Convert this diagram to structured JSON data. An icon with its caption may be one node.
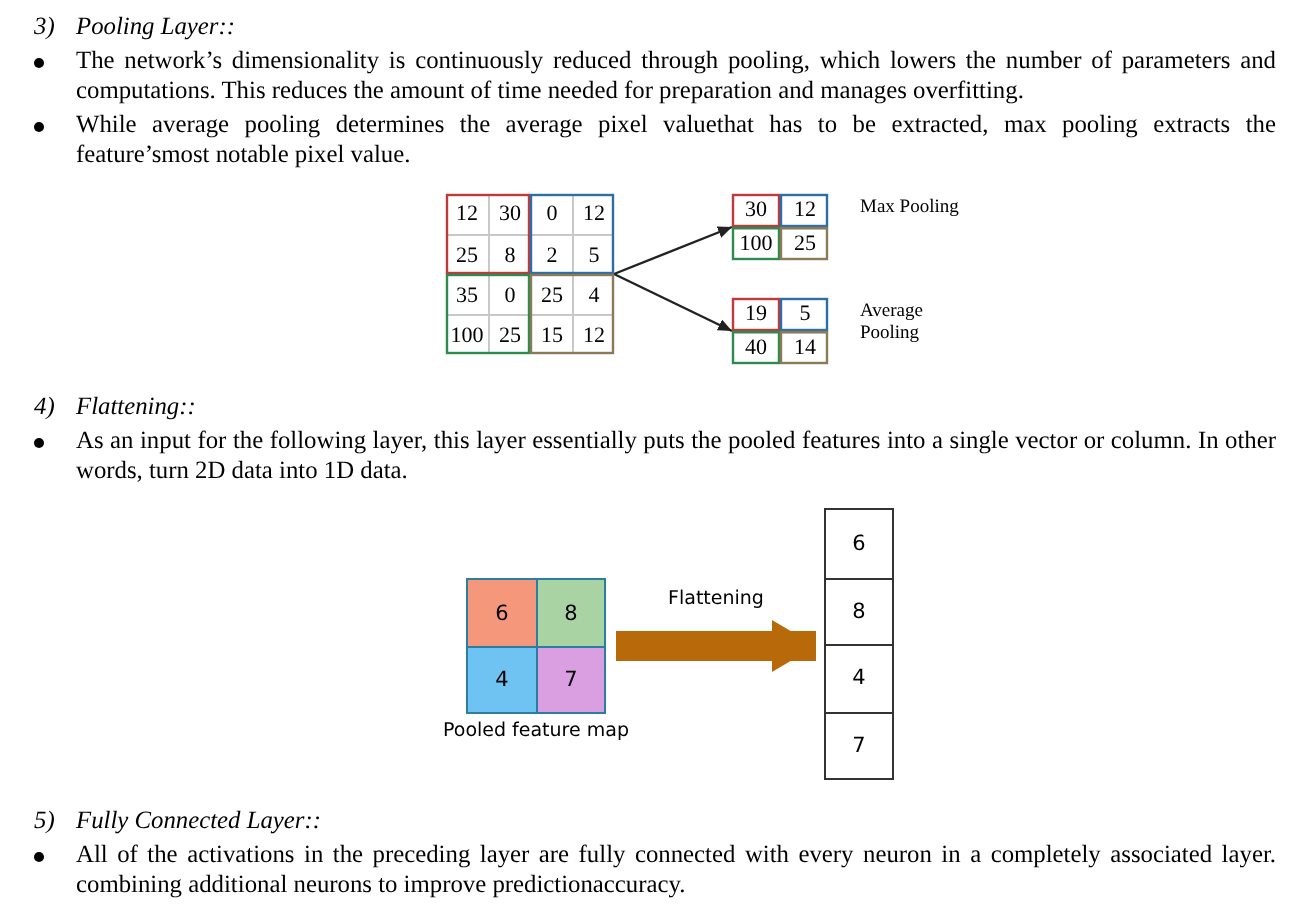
{
  "diagram": {
    "nodes": [
      {
        "text": [
          "12",
          "30",
          "0",
          "12",
          "25",
          "8",
          "2",
          "5",
          "35",
          "0",
          "25",
          "4",
          "100",
          "25",
          "15",
          "12"
        ]
      },
      {
        "text": [
          "30",
          "12",
          "100",
          "25"
        ],
        "beside": [
          "Max Pooling"
        ]
      },
      {
        "text": [
          "19",
          "5",
          "40",
          "14"
        ],
        "beside": [
          "Average Pooling"
        ]
      },
      {
        "text": [
          "6",
          "8",
          "4",
          "7"
        ],
        "beside": [
          "Pooled feature map"
        ]
      },
      {
        "text": [
          "6",
          "8",
          "4",
          "7"
        ]
      }
    ],
    "edges": [
      {
        "from": 0,
        "to": 1,
        "arrow": "to"
      },
      {
        "from": 0,
        "to": 2,
        "arrow": "to"
      },
      {
        "from": 3,
        "to": 4,
        "arrow": "to",
        "label": "Flattening",
        "style": "thick",
        "color": "#b8690a"
      }
    ],
    "labels": [
      "3)",
      "Pooling Layer::",
      "The network’s dimensionality is continuously reduced through pooling, which lowers the number of parameters and computations. This reduces the amount of time needed for preparation and manages overfitting.",
      "While average pooling determines the average pixel valuethat has to be extracted, max pooling extracts the feature’smost notable pixel value.",
      "4)",
      "Flattening::",
      "As an input for the following layer, this layer essentially puts the pooled features into a single vector or column. In other words, turn 2D data into 1D data.",
      "5)",
      "Fully Connected Layer::",
      "All of the activations in the preceding layer are fully connected with every neuron in a completely associated layer. combining additional neurons to improve predictionaccuracy."
    ]
  }
}
